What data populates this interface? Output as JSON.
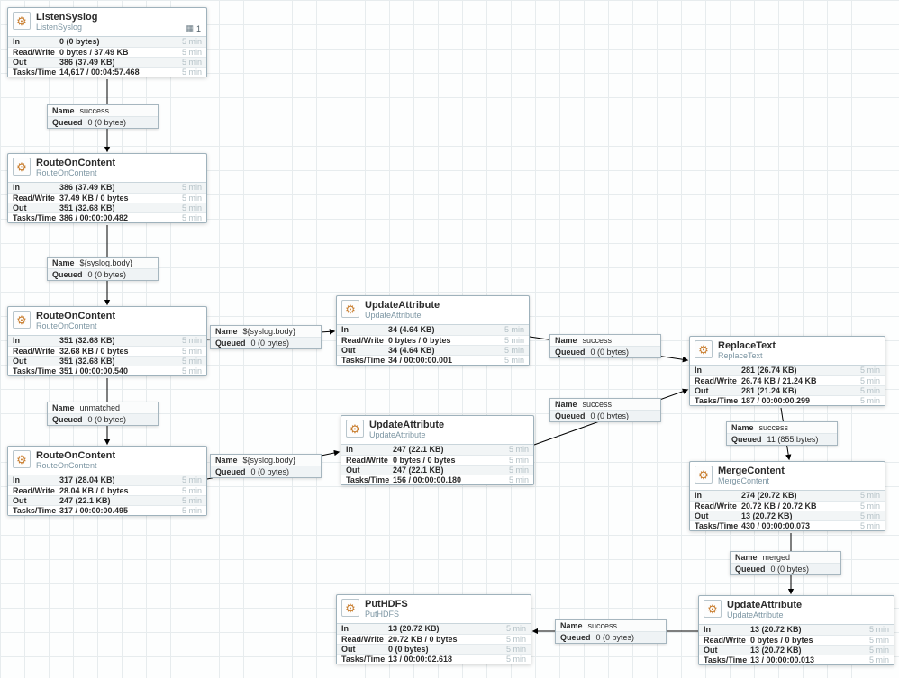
{
  "labels": {
    "in": "In",
    "read_write": "Read/Write",
    "out": "Out",
    "tasks_time": "Tasks/Time",
    "window": "5 min",
    "name": "Name",
    "queued": "Queued"
  },
  "processors": [
    {
      "name": "ListenSyslog",
      "type": "ListenSyslog",
      "threads": "1",
      "stats": {
        "in": "0 (0 bytes)",
        "read_write": "0 bytes / 37.49 KB",
        "out": "386 (37.49 KB)",
        "tasks_time": "14,617 / 00:04:57.468"
      }
    },
    {
      "name": "RouteOnContent",
      "type": "RouteOnContent",
      "stats": {
        "in": "386 (37.49 KB)",
        "read_write": "37.49 KB / 0 bytes",
        "out": "351 (32.68 KB)",
        "tasks_time": "386 / 00:00:00.482"
      }
    },
    {
      "name": "RouteOnContent",
      "type": "RouteOnContent",
      "stats": {
        "in": "351 (32.68 KB)",
        "read_write": "32.68 KB / 0 bytes",
        "out": "351 (32.68 KB)",
        "tasks_time": "351 / 00:00:00.540"
      }
    },
    {
      "name": "RouteOnContent",
      "type": "RouteOnContent",
      "stats": {
        "in": "317 (28.04 KB)",
        "read_write": "28.04 KB / 0 bytes",
        "out": "247 (22.1 KB)",
        "tasks_time": "317 / 00:00:00.495"
      }
    },
    {
      "name": "UpdateAttribute",
      "type": "UpdateAttribute",
      "stats": {
        "in": "34 (4.64 KB)",
        "read_write": "0 bytes / 0 bytes",
        "out": "34 (4.64 KB)",
        "tasks_time": "34 / 00:00:00.001"
      }
    },
    {
      "name": "UpdateAttribute",
      "type": "UpdateAttribute",
      "stats": {
        "in": "247 (22.1 KB)",
        "read_write": "0 bytes / 0 bytes",
        "out": "247 (22.1 KB)",
        "tasks_time": "156 / 00:00:00.180"
      }
    },
    {
      "name": "ReplaceText",
      "type": "ReplaceText",
      "stats": {
        "in": "281 (26.74 KB)",
        "read_write": "26.74 KB / 21.24 KB",
        "out": "281 (21.24 KB)",
        "tasks_time": "187 / 00:00:00.299"
      }
    },
    {
      "name": "MergeContent",
      "type": "MergeContent",
      "stats": {
        "in": "274 (20.72 KB)",
        "read_write": "20.72 KB / 20.72 KB",
        "out": "13 (20.72 KB)",
        "tasks_time": "430 / 00:00:00.073"
      }
    },
    {
      "name": "UpdateAttribute",
      "type": "UpdateAttribute",
      "stats": {
        "in": "13 (20.72 KB)",
        "read_write": "0 bytes / 0 bytes",
        "out": "13 (20.72 KB)",
        "tasks_time": "13 / 00:00:00.013"
      }
    },
    {
      "name": "PutHDFS",
      "type": "PutHDFS",
      "stats": {
        "in": "13 (20.72 KB)",
        "read_write": "20.72 KB / 0 bytes",
        "out": "0 (0 bytes)",
        "tasks_time": "13 / 00:00:02.618"
      }
    }
  ],
  "connections": [
    {
      "name": "success",
      "queued": "0 (0 bytes)"
    },
    {
      "name": "${syslog.body}",
      "queued": "0 (0 bytes)"
    },
    {
      "name": "${syslog.body}",
      "queued": "0 (0 bytes)"
    },
    {
      "name": "unmatched",
      "queued": "0 (0 bytes)"
    },
    {
      "name": "${syslog.body}",
      "queued": "0 (0 bytes)"
    },
    {
      "name": "success",
      "queued": "0 (0 bytes)"
    },
    {
      "name": "success",
      "queued": "0 (0 bytes)"
    },
    {
      "name": "success",
      "queued": "11 (855 bytes)"
    },
    {
      "name": "merged",
      "queued": "0 (0 bytes)"
    },
    {
      "name": "success",
      "queued": "0 (0 bytes)"
    }
  ]
}
